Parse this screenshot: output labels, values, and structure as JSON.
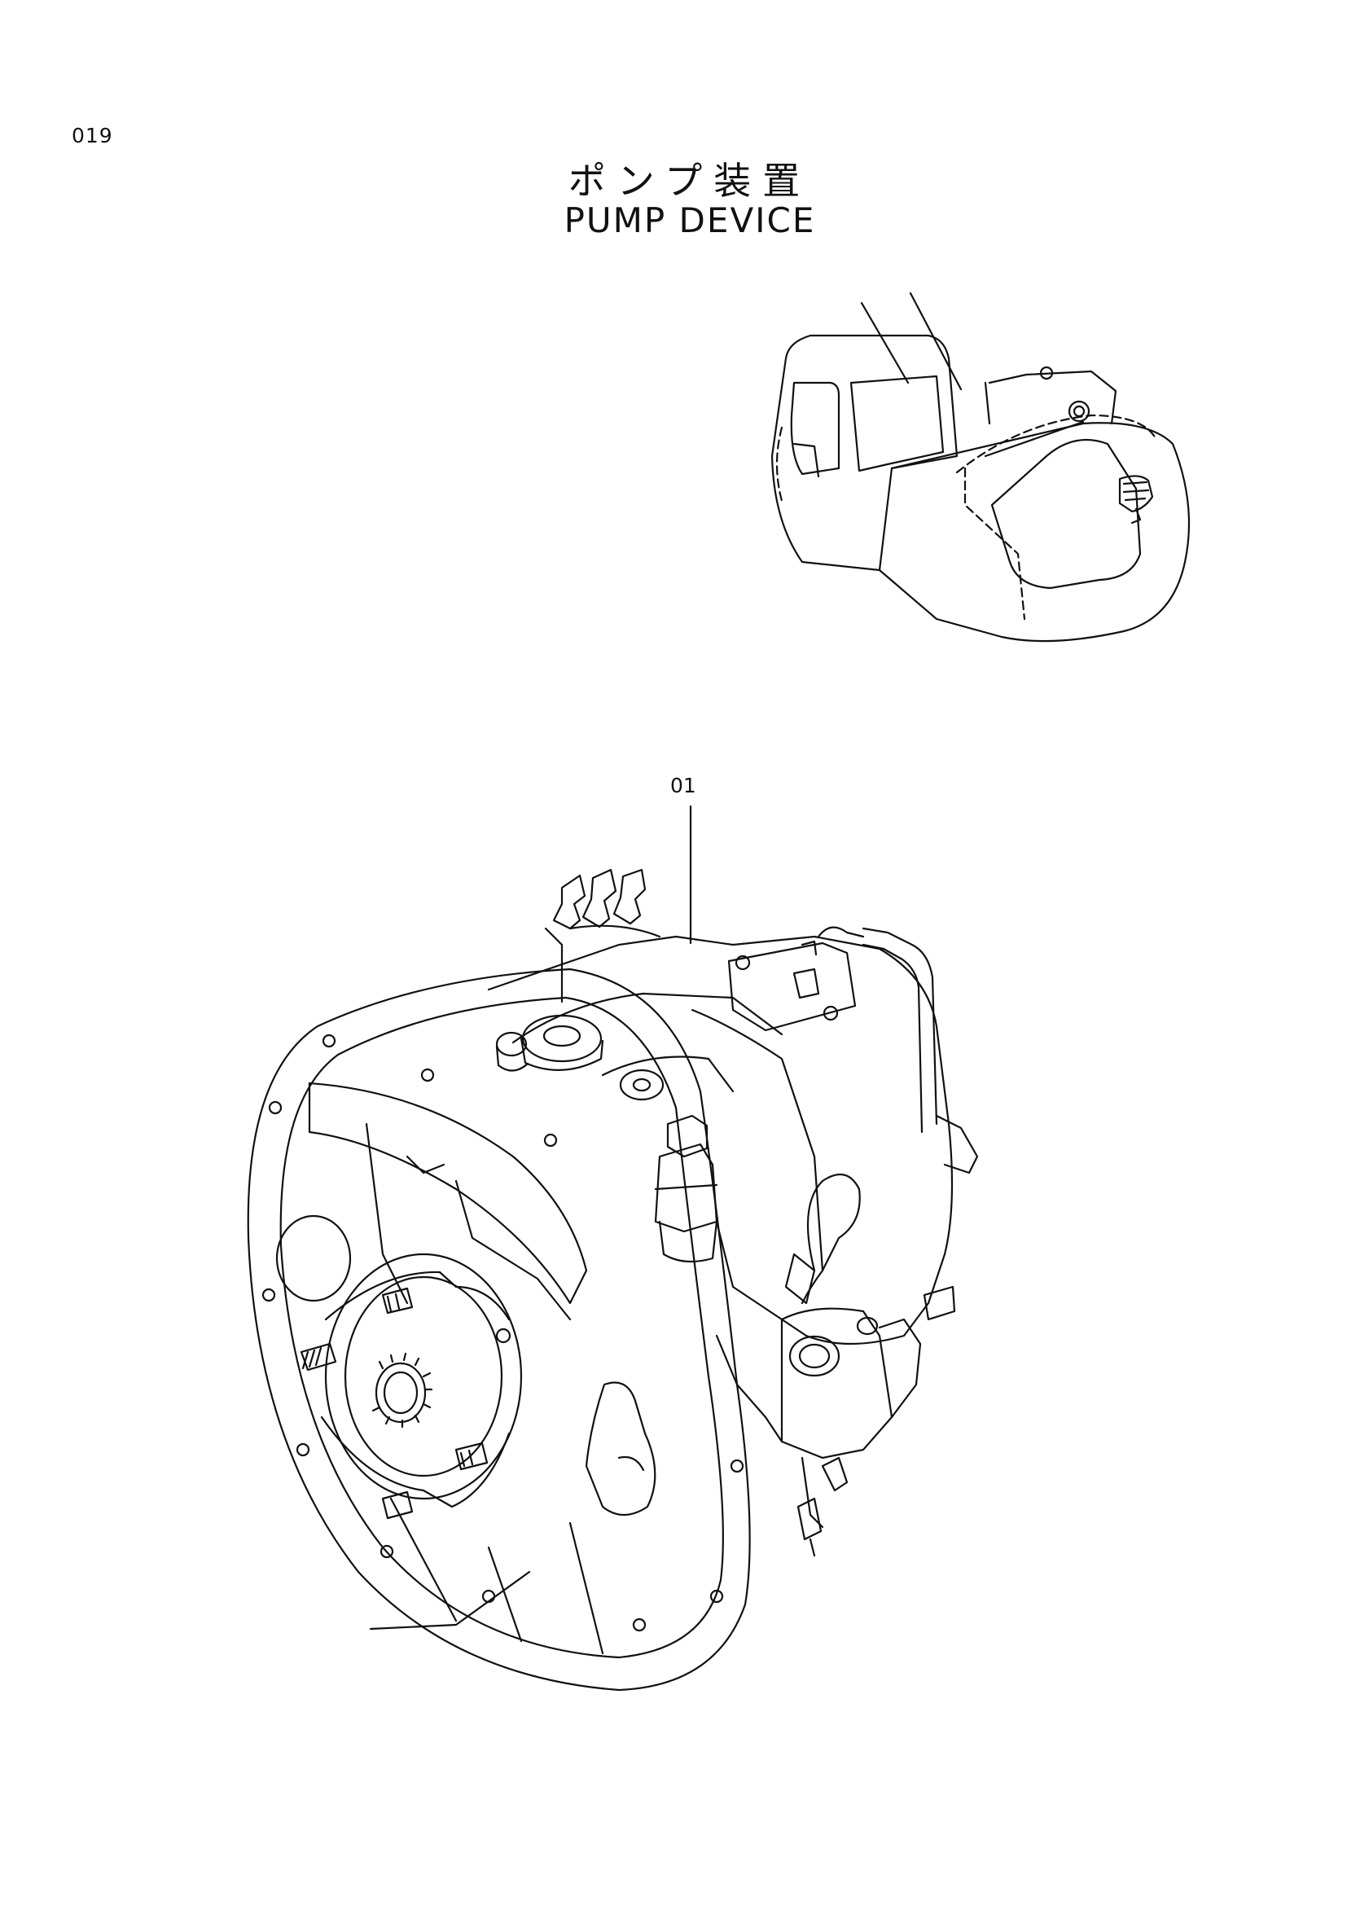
{
  "page": {
    "number": "019",
    "title_jp": "ポンプ装置",
    "title_en": "PUMP DEVICE"
  },
  "callouts": [
    {
      "label": "01"
    }
  ],
  "icons": {
    "locator": "excavator-locator-icon",
    "part": "pump-device-drawing"
  }
}
